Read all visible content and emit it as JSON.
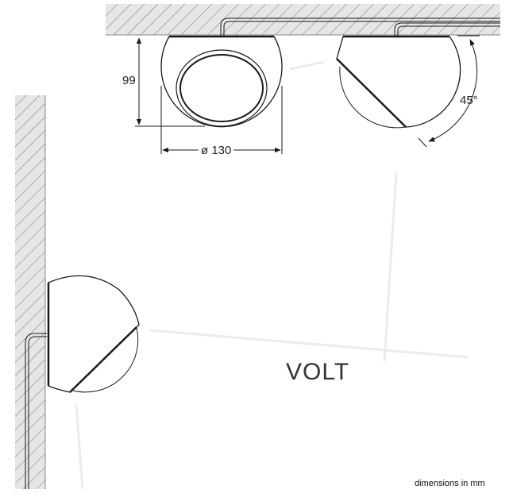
{
  "drawing": {
    "height_label": "99",
    "diameter_label": "ø 130",
    "tilt_angle_label": "45°",
    "product_name": "VOLT",
    "units_note": "dimensions in mm"
  },
  "colors": {
    "line": "#1a1a1a",
    "hatch_fill": "#e6e6e6",
    "beam": "#ebebeb"
  }
}
